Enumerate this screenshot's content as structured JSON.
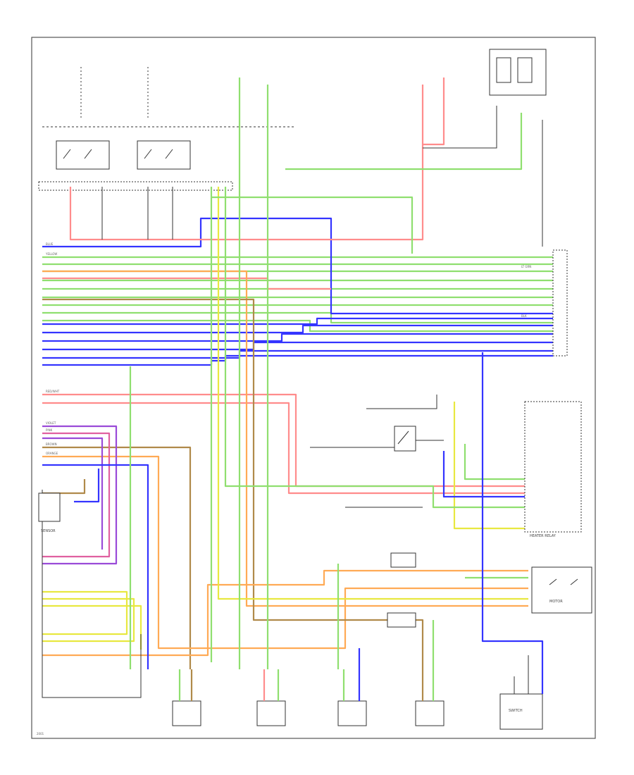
{
  "colors": {
    "green": "#8fdf6f",
    "blue": "#3434ff",
    "red": "#ff8c8c",
    "orange": "#ffaa55",
    "yellow": "#e8e840",
    "brown": "#b08a4a",
    "violet": "#9a4ad8",
    "pink": "#e060a0",
    "black": "#333333",
    "white": "#cccccc"
  },
  "labels": {
    "wire_yellow": "YELLOW",
    "wire_blue": "BLUE",
    "wire_red": "RED/WHT",
    "wire_orange": "ORANGE",
    "wire_brown": "BROWN",
    "wire_violet": "VIOLET",
    "wire_pink": "PINK",
    "wire_ltgrn": "LT GRN",
    "wire_blk": "BLK",
    "heater_relay": "HEATER RELAY",
    "sensor": "SENSOR",
    "motor": "MOTOR",
    "switch": "SWITCH",
    "footer": "2001"
  }
}
